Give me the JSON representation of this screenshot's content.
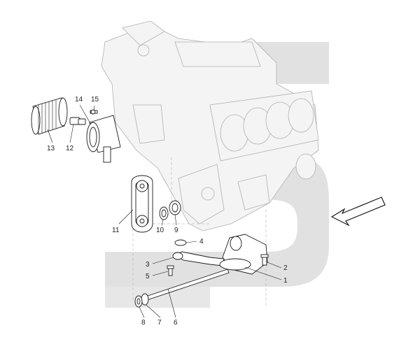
{
  "diagram": {
    "watermark_color": "#d7d7d7",
    "line_color": "#1a1a1a",
    "callouts": [
      {
        "id": "1",
        "label": "1"
      },
      {
        "id": "2",
        "label": "2"
      },
      {
        "id": "3",
        "label": "3"
      },
      {
        "id": "4",
        "label": "4"
      },
      {
        "id": "5",
        "label": "5"
      },
      {
        "id": "6",
        "label": "6"
      },
      {
        "id": "7",
        "label": "7"
      },
      {
        "id": "8",
        "label": "8"
      },
      {
        "id": "9",
        "label": "9"
      },
      {
        "id": "10",
        "label": "10"
      },
      {
        "id": "11",
        "label": "11"
      },
      {
        "id": "12",
        "label": "12"
      },
      {
        "id": "13",
        "label": "13"
      },
      {
        "id": "14",
        "label": "14"
      },
      {
        "id": "15",
        "label": "15"
      }
    ]
  }
}
